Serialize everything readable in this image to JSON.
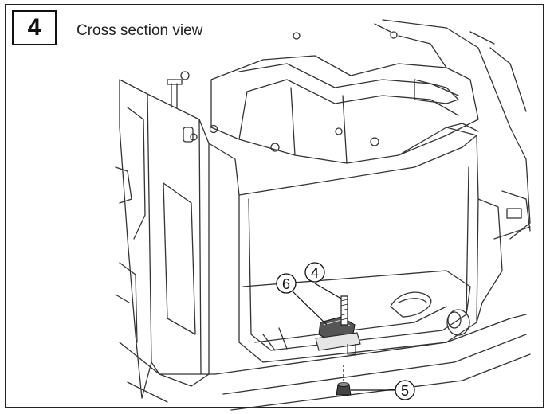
{
  "step": {
    "number": "4",
    "caption": "Cross section view"
  },
  "callouts": [
    {
      "id": "4",
      "text": "4"
    },
    {
      "id": "5",
      "text": "5"
    },
    {
      "id": "6",
      "text": "6"
    }
  ],
  "colors": {
    "line": "#333333",
    "fill_dark": "#555555",
    "fill_part": "#e6e6e6"
  }
}
